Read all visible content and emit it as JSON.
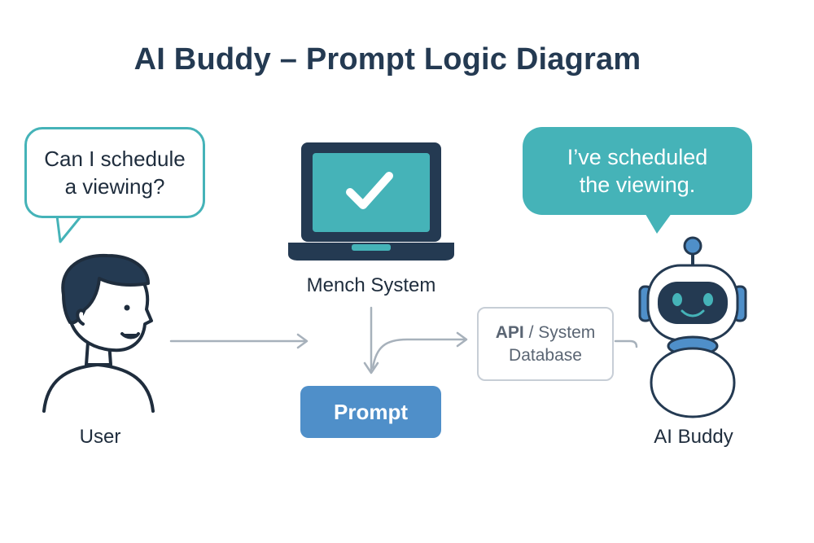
{
  "title": "AI Buddy – Prompt Logic Diagram",
  "user": {
    "message": "Can I schedule\na viewing?",
    "label": "User"
  },
  "system": {
    "label": "Mench System"
  },
  "prompt": {
    "label": "Prompt"
  },
  "api": {
    "line1_bold": "API",
    "line1_rest": " / System",
    "line2": "Database"
  },
  "ai": {
    "message": "I’ve scheduled\nthe viewing.",
    "label": "AI Buddy"
  },
  "colors": {
    "teal": "#45b3b8",
    "navy": "#243a52",
    "blue": "#4f8fc9",
    "arrow": "#a7b1bb"
  },
  "icons": [
    "person-icon",
    "laptop-icon",
    "checkmark-icon",
    "robot-icon"
  ]
}
